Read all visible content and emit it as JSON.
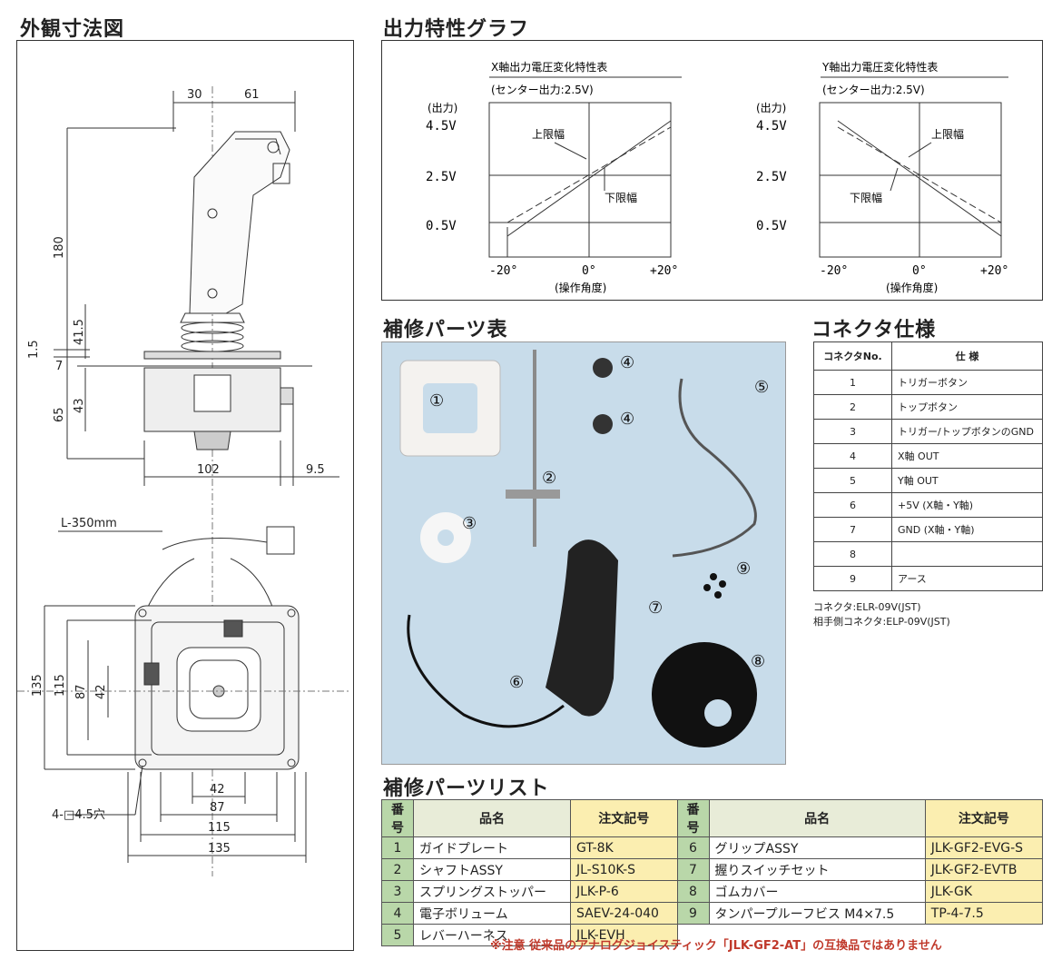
{
  "dims": {
    "title": "外観寸法図",
    "top_30": "30",
    "top_61": "61",
    "side_180": "180",
    "side_41_5": "41.5",
    "side_1_5": "1.5",
    "side_7": "7",
    "side_43": "43",
    "side_65": "65",
    "bottom_102": "102",
    "bottom_9_5": "9.5",
    "cable_len": "L-350mm",
    "plan_135_v": "135",
    "plan_115_v": "115",
    "plan_87_v": "87",
    "plan_42_v": "42",
    "plan_42_h": "42",
    "plan_87_h": "87",
    "plan_115_h": "115",
    "plan_135_h": "135",
    "hole_note": "4-□4.5穴"
  },
  "graphs": {
    "title": "出力特性グラフ",
    "x_axis_title": "X軸出力電圧変化特性表",
    "y_axis_title": "Y軸出力電圧変化特性表",
    "center_note": "(センター出力:2.5V)",
    "y_label": "(出力)",
    "v45": "4.5V",
    "v25": "2.5V",
    "v05": "0.5V",
    "neg20": "-20°",
    "zero": "0°",
    "pos20": "+20°",
    "x_label": "(操作角度)",
    "upper": "上限幅",
    "lower": "下限幅"
  },
  "parts_photo": {
    "title": "補修パーツ表",
    "markers": [
      "①",
      "②",
      "③",
      "④",
      "④",
      "⑤",
      "⑥",
      "⑦",
      "⑧",
      "⑨"
    ]
  },
  "connector": {
    "title": "コネクタ仕様",
    "head_no": "コネクタNo.",
    "head_spec": "仕 様",
    "rows": [
      {
        "no": "1",
        "spec": "トリガーボタン"
      },
      {
        "no": "2",
        "spec": "トップボタン"
      },
      {
        "no": "3",
        "spec": "トリガー/トップボタンのGND"
      },
      {
        "no": "4",
        "spec": "X軸 OUT"
      },
      {
        "no": "5",
        "spec": "Y軸 OUT"
      },
      {
        "no": "6",
        "spec": "+5V (X軸・Y軸)"
      },
      {
        "no": "7",
        "spec": "GND (X軸・Y軸)"
      },
      {
        "no": "8",
        "spec": ""
      },
      {
        "no": "9",
        "spec": "アース"
      }
    ],
    "note1": "コネクタ:ELR-09V(JST)",
    "note2": "相手側コネクタ:ELP-09V(JST)"
  },
  "parts_list": {
    "title": "補修パーツリスト",
    "head_num": "番号",
    "head_name": "品名",
    "head_code": "注文記号",
    "left": [
      {
        "num": "1",
        "name": "ガイドプレート",
        "code": "GT-8K"
      },
      {
        "num": "2",
        "name": "シャフトASSY",
        "code": "JL-S10K-S"
      },
      {
        "num": "3",
        "name": "スプリングストッパー",
        "code": "JLK-P-6"
      },
      {
        "num": "4",
        "name": "電子ボリューム",
        "code": "SAEV-24-040"
      },
      {
        "num": "5",
        "name": "レバーハーネス",
        "code": "JLK-EVH"
      }
    ],
    "right": [
      {
        "num": "6",
        "name": "グリップASSY",
        "code": "JLK-GF2-EVG-S"
      },
      {
        "num": "7",
        "name": "握りスイッチセット",
        "code": "JLK-GF2-EVTB"
      },
      {
        "num": "8",
        "name": "ゴムカバー",
        "code": "JLK-GK"
      },
      {
        "num": "9",
        "name": "タンパープルーフビス M4×7.5",
        "code": "TP-4-7.5"
      }
    ],
    "notice": "※注意 従来品のアナログジョイスティック「JLK-GF2-AT」の互換品ではありません"
  },
  "colors": {
    "notice_red": "#c0392b",
    "num_green": "#b9d7a9",
    "code_yellow": "#fbeeb0",
    "photo_bg": "#c8dcea"
  }
}
